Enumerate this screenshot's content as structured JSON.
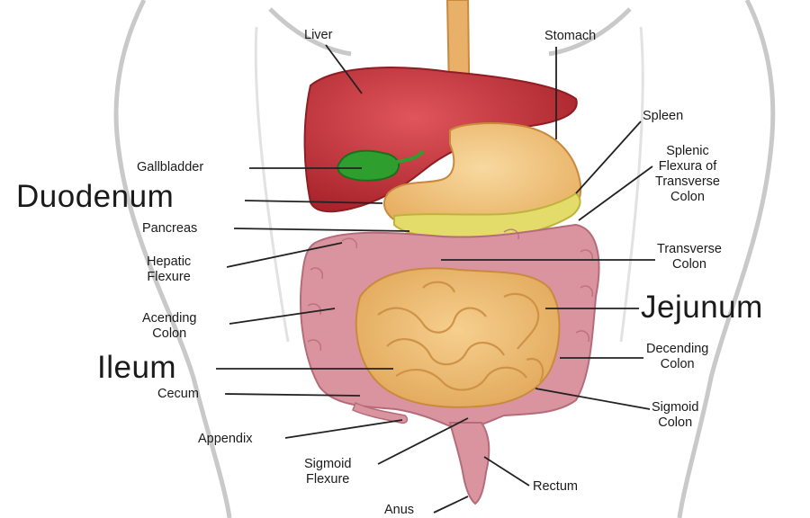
{
  "labels": {
    "liver": "Liver",
    "stomach": "Stomach",
    "spleen": "Spleen",
    "splenic_flexure": [
      "Splenic",
      "Flexura of",
      "Transverse",
      "Colon"
    ],
    "gallbladder": "Gallbladder",
    "duodenum": "Duodenum",
    "pancreas": "Pancreas",
    "transverse_colon": [
      "Transverse",
      "Colon"
    ],
    "hepatic_flexure": [
      "Hepatic",
      "Flexure"
    ],
    "jejunum": "Jejunum",
    "ascending_colon": [
      "Acending",
      "Colon"
    ],
    "descending_colon": [
      "Decending",
      "Colon"
    ],
    "ileum": "Ileum",
    "cecum": "Cecum",
    "sigmoid_colon": [
      "Sigmoid",
      "Colon"
    ],
    "appendix": "Appendix",
    "sigmoid_flexure": [
      "Sigmoid",
      "Flexure"
    ],
    "rectum": "Rectum",
    "anus": "Anus"
  },
  "colors": {
    "liver": "#c8323a",
    "gallbladder": "#2e9e2e",
    "stomach": "#f0c27a",
    "pancreas": "#e3dc6a",
    "colon": "#d9949f",
    "small_intestine": "#f1c07a",
    "body_outline": "#c9c9c9"
  }
}
